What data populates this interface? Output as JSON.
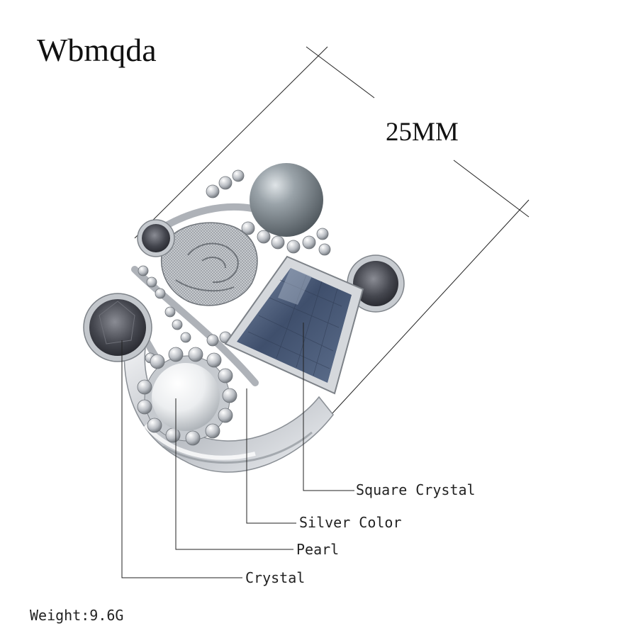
{
  "brand": {
    "name": "Wbmqda"
  },
  "dimension": {
    "label": "25MM"
  },
  "callouts": {
    "square_crystal": "Square Crystal",
    "silver_color": "Silver Color",
    "pearl": "Pearl",
    "crystal": "Crystal"
  },
  "specs": {
    "weight": "Weight:9.6G"
  },
  "colors": {
    "silver": "#c9ccd1",
    "silver_dark": "#7d8289",
    "crystal_blue": "#4a5a75",
    "smoky_crystal": "#3e4048",
    "pearl_grey": "#8e979d",
    "pearl_white": "#eef0f2"
  }
}
